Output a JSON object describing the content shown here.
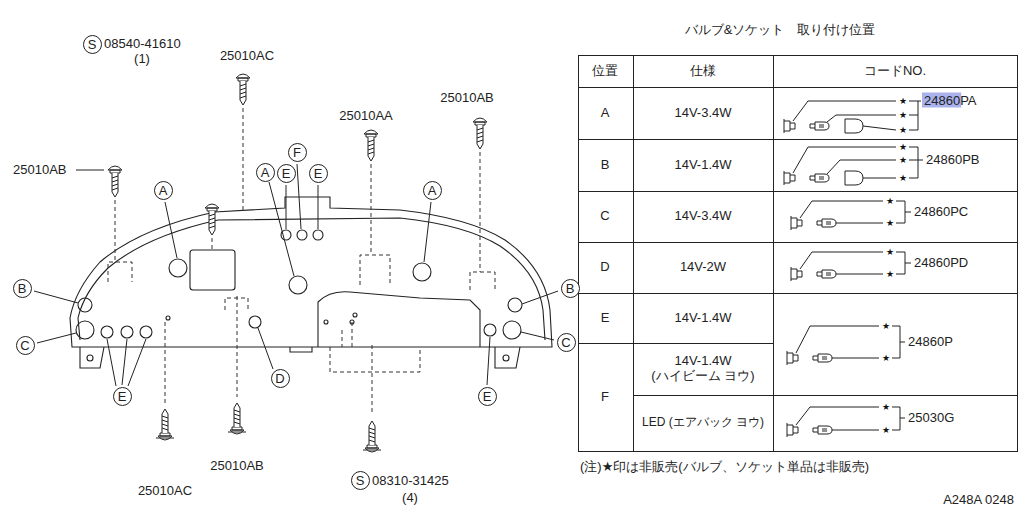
{
  "diagram": {
    "nodes": [
      {
        "text": [
          "S"
        ]
      },
      {
        "text": [
          "F"
        ]
      },
      {
        "text": [
          "A"
        ]
      },
      {
        "text": [
          "E"
        ]
      },
      {
        "text": [
          "E"
        ]
      },
      {
        "text": [
          "A"
        ]
      },
      {
        "text": [
          "A"
        ]
      },
      {
        "text": [
          "B"
        ]
      },
      {
        "text": [
          "B"
        ]
      },
      {
        "text": [
          "C"
        ]
      },
      {
        "text": [
          "C"
        ]
      },
      {
        "text": [
          "D"
        ]
      },
      {
        "text": [
          "E"
        ]
      },
      {
        "text": [
          "E"
        ]
      },
      {
        "text": [
          "S"
        ]
      }
    ],
    "labels": [
      "08540-41610",
      "(1)",
      "25010AC",
      "25010AA",
      "25010AB",
      "25010AB",
      "25010AB",
      "25010AC",
      "08310-31425",
      "(4)",
      "バルブ&ソケット　取り付け位置",
      "位置",
      "仕様",
      "コードNO.",
      "A",
      "14V-3.4W",
      "★",
      "★",
      "★",
      "24860PA",
      "B",
      "14V-1.4W",
      "★",
      "★",
      "★",
      "24860PB",
      "C",
      "14V-3.4W",
      "★",
      "★",
      "24860PC",
      "D",
      "14V-2W",
      "★",
      "★",
      "24860PD",
      "E",
      "14V-1.4W",
      "★",
      "★",
      "24860P",
      "F",
      "14V-1.4W (ハイビーム ヨウ)",
      "LED (エアバック ヨウ)",
      "★",
      "★",
      "25030G",
      "(注)★印は非販売(バルブ、ソケット単品は非販売)",
      "A248A 0248"
    ]
  }
}
